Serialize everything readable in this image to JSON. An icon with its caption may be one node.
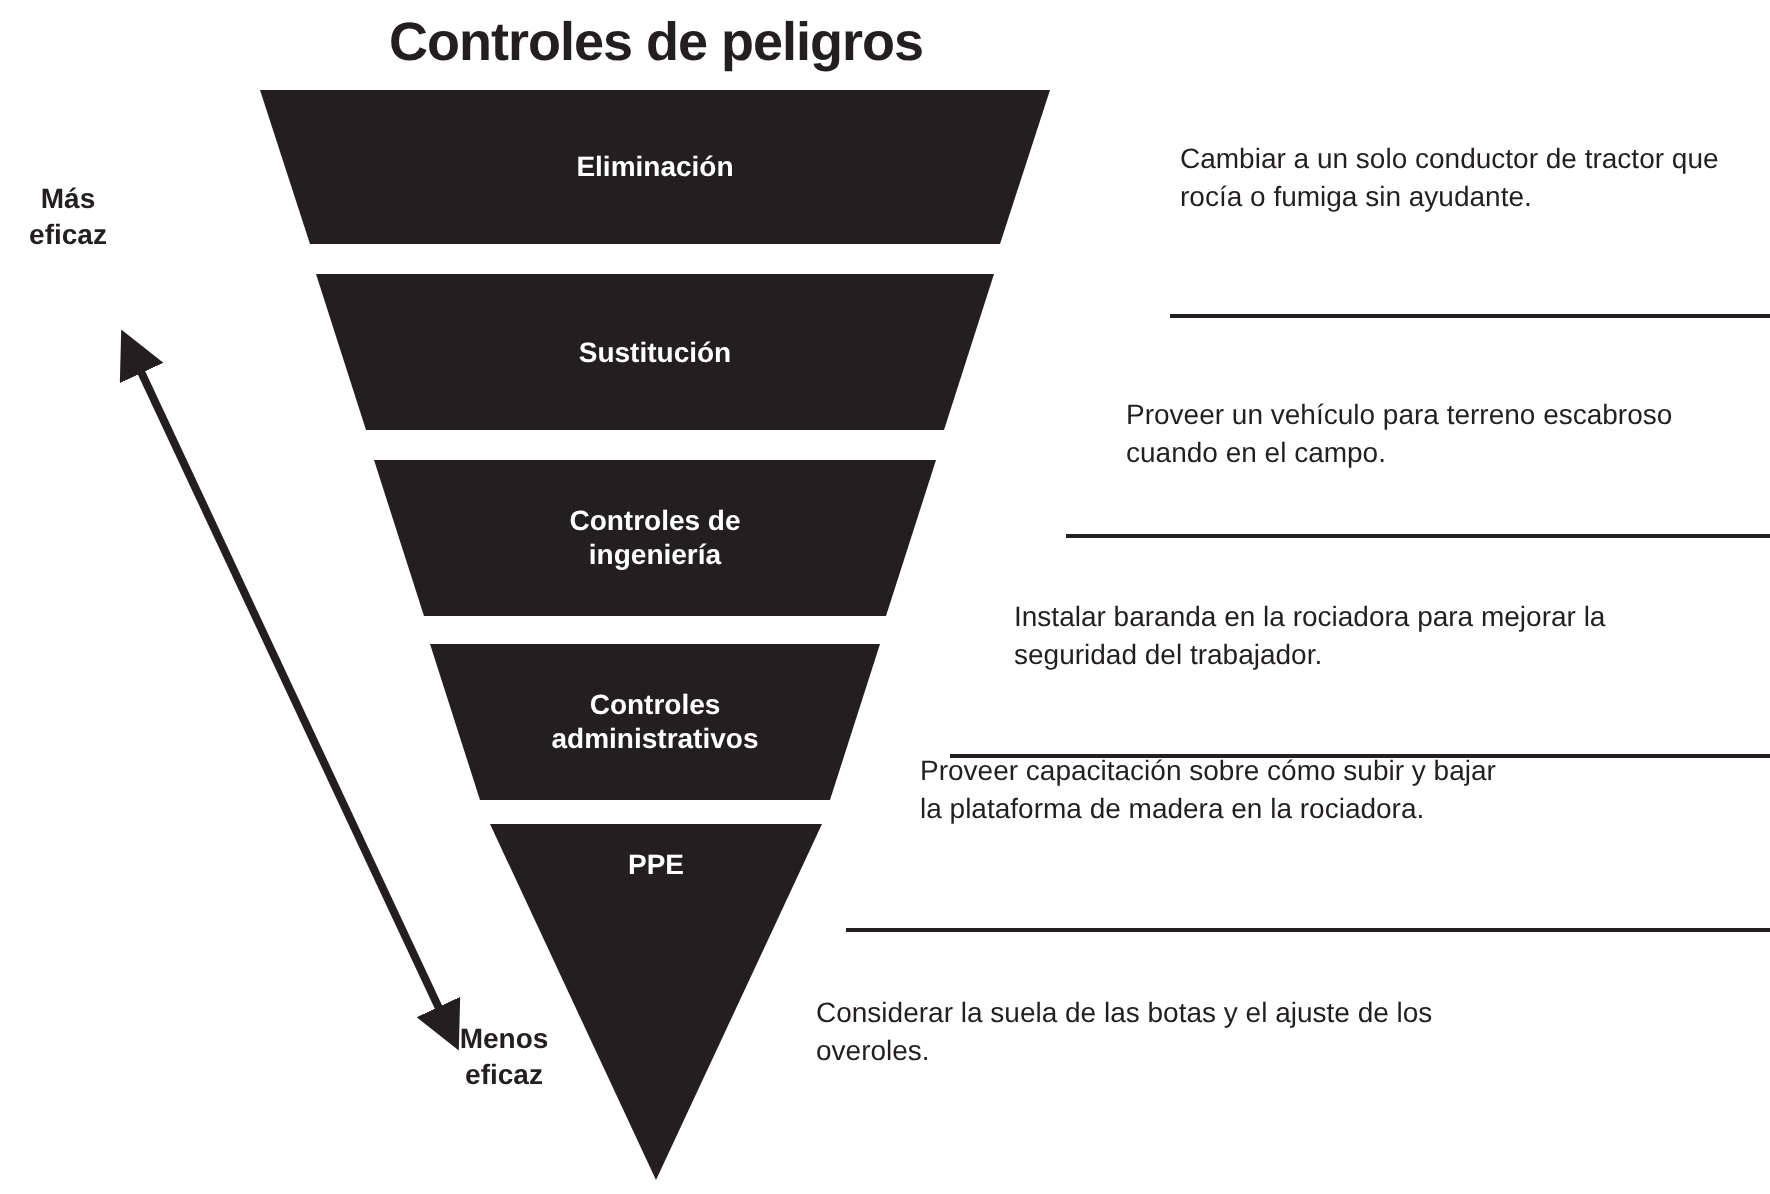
{
  "diagram": {
    "title": "Controles de peligros",
    "nodes": [
      {
        "text": [
          "Eliminación"
        ]
      },
      {
        "text": [
          "Sustitución"
        ]
      },
      {
        "text": [
          "Controles de ingeniería"
        ]
      },
      {
        "text": [
          "Controles administrativos"
        ]
      },
      {
        "text": [
          "PPE"
        ]
      }
    ],
    "labels": [
      "Cambiar a un solo conductor de tractor que rocía o fumiga sin ayudante.",
      "Más eficaz",
      "Proveer un vehículo para terreno escabroso cuando en el campo.",
      "Instalar baranda en la rociadora para mejorar la seguridad del trabajador.",
      "Proveer capacitación sobre cómo subir y bajar la plataforma de madera en la rociadora.",
      "Considerar la suela de las botas y el ajuste de los overoles.",
      "Menos eficaz"
    ]
  }
}
